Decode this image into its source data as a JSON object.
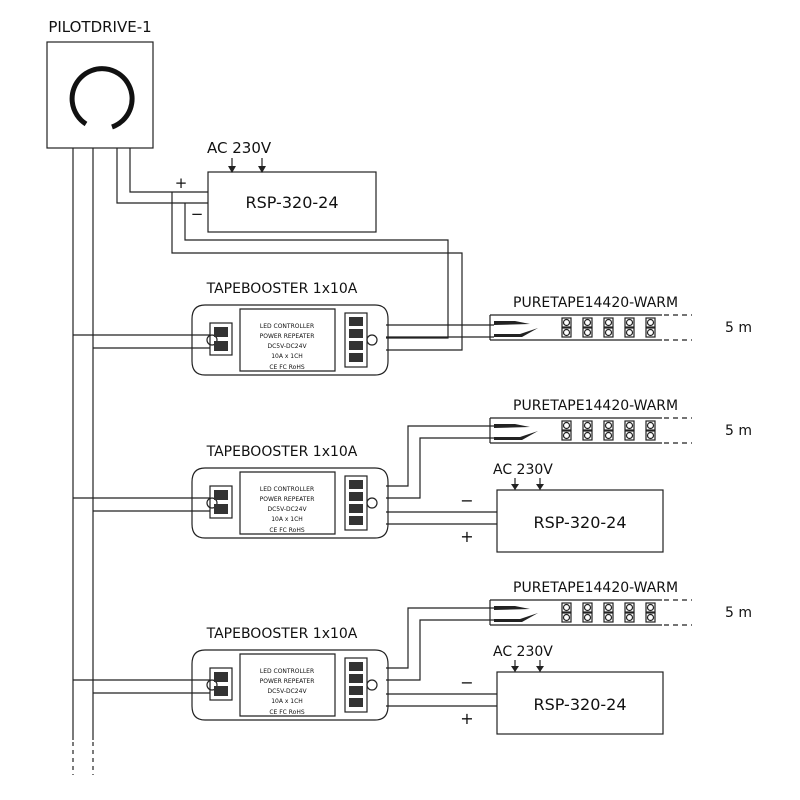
{
  "controller": {
    "label": "PILOTDRIVE-1"
  },
  "main_psu": {
    "model": "RSP-320-24",
    "input": "AC 230V",
    "plus": "+",
    "minus": "−"
  },
  "boosters": [
    {
      "label": "TAPEBOOSTER 1x10A",
      "lines": [
        "LED CONTROLLER",
        "POWER REPEATER",
        "DC5V-DC24V",
        "10A x 1CH"
      ],
      "cert": "CE FC RoHS"
    },
    {
      "label": "TAPEBOOSTER 1x10A",
      "lines": [
        "LED CONTROLLER",
        "POWER REPEATER",
        "DC5V-DC24V",
        "10A x 1CH"
      ],
      "cert": "CE FC RoHS"
    },
    {
      "label": "TAPEBOOSTER 1x10A",
      "lines": [
        "LED CONTROLLER",
        "POWER REPEATER",
        "DC5V-DC24V",
        "10A x 1CH"
      ],
      "cert": "CE FC RoHS"
    }
  ],
  "tapes": [
    {
      "label": "PURETAPE14420-WARM",
      "length": "5 m"
    },
    {
      "label": "PURETAPE14420-WARM",
      "length": "5 m"
    },
    {
      "label": "PURETAPE14420-WARM",
      "length": "5 m"
    }
  ],
  "psus": [
    {
      "model": "RSP-320-24",
      "input": "AC 230V",
      "plus": "+",
      "minus": "−"
    },
    {
      "model": "RSP-320-24",
      "input": "AC 230V",
      "plus": "+",
      "minus": "−"
    }
  ]
}
